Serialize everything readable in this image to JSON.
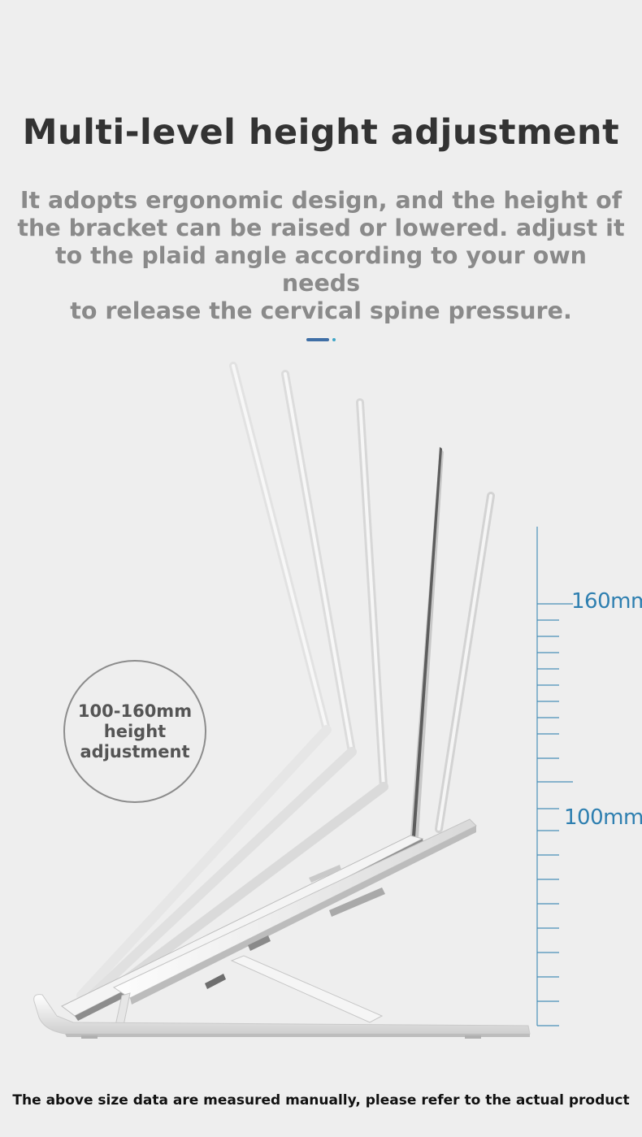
{
  "heading": {
    "title": "Multi-level height adjustment",
    "lines": [
      "It adopts ergonomic design, and the height of",
      "the bracket can be raised or lowered. adjust it",
      "to the plaid angle according to your own needs",
      "to release the cervical spine pressure."
    ]
  },
  "badge": {
    "lines": [
      "100-160mm",
      "height",
      "adjustment"
    ]
  },
  "scale": {
    "high_label": "160mm",
    "low_label": "100mm",
    "color": "#2e7fb0"
  },
  "footer": {
    "note": "The above size data are measured manually, please refer to the actual product"
  }
}
